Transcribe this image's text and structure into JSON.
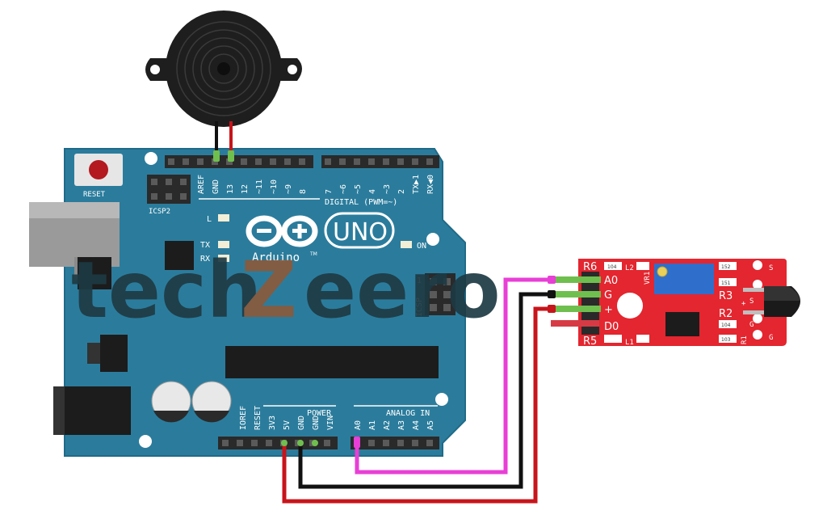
{
  "board": {
    "reset_label": "RESET",
    "icsp2_label": "ICSP2",
    "icsp_label": "ICSP",
    "icsp_pin1": "1",
    "led_l": "L",
    "led_tx": "TX",
    "led_rx": "RX",
    "led_on": "ON",
    "logo_uno": "UNO",
    "logo_brand": "Arduino",
    "logo_tm": "TM",
    "digital_label": "DIGITAL (PWM=~)",
    "power_label": "POWER",
    "analog_label": "ANALOG IN",
    "digital_pins": [
      "AREF",
      "GND",
      "13",
      "12",
      "~11",
      "~10",
      "~9",
      "8",
      "7",
      "~6",
      "~5",
      "4",
      "~3",
      "2",
      "TX▶1",
      "RX◀0"
    ],
    "power_pins": [
      "IOREF",
      "RESET",
      "3V3",
      "5V",
      "GND",
      "GND",
      "VIN"
    ],
    "analog_pins": [
      "A0",
      "A1",
      "A2",
      "A3",
      "A4",
      "A5"
    ]
  },
  "sensor": {
    "pins": [
      "A0",
      "G",
      "+",
      "D0"
    ],
    "r6": "R6",
    "r5": "R5",
    "r3": "R3",
    "r2": "R2",
    "r1": "R1",
    "l2": "L2",
    "l1": "L1",
    "vr1": "VR1",
    "s1": "S",
    "g1": "G",
    "s2": "S",
    "g2": "G",
    "plus": "+",
    "resistor_code": "104",
    "resistor_code2": "152",
    "resistor_code3": "151",
    "resistor_code4": "103"
  },
  "watermark": {
    "part1": "tech",
    "part2": "Z",
    "part3": "eero"
  },
  "colors": {
    "board": "#2b7c9c",
    "board_edge": "#1f6a88",
    "header": "#2a2a2a",
    "sensor_board": "#e3262f",
    "wire_pink": "#e83fd6",
    "wire_black": "#111111",
    "wire_red": "#c8141b",
    "wire_green": "#6fbf4f",
    "watermark_dark": "#1e3a44",
    "watermark_brown": "#8a5a3c"
  }
}
